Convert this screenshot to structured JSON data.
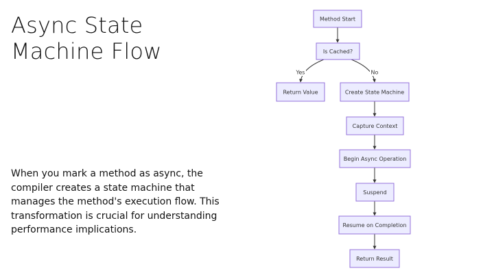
{
  "slide": {
    "title_line1": "Async State",
    "title_line2": "Machine Flow",
    "body": "When you mark a method as async, the compiler creates a state machine that manages the method's execution flow. This transformation is crucial for understanding performance implications."
  },
  "diagram": {
    "nodes": {
      "method_start": "Method Start",
      "is_cached": "Is Cached?",
      "return_value": "Return Value",
      "create_state_machine": "Create State Machine",
      "capture_context": "Capture Context",
      "begin_async_operation": "Begin Async Operation",
      "suspend": "Suspend",
      "resume_on_completion": "Resume on Completion",
      "return_result": "Return Result"
    },
    "edge_labels": {
      "yes": "Yes",
      "no": "No"
    },
    "colors": {
      "node_fill": "#ececff",
      "node_stroke": "#9370db",
      "edge": "#333333"
    }
  }
}
